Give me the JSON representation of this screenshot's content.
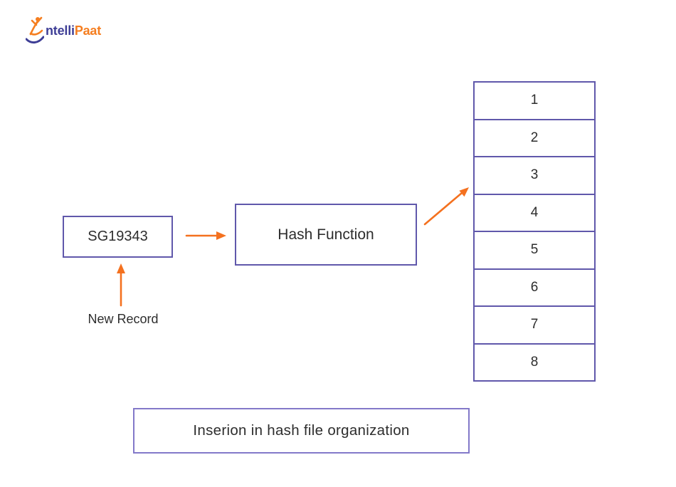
{
  "logo": {
    "icon": "leaping-person-icon",
    "text_primary": "ntelli",
    "text_secondary": "Paat"
  },
  "diagram": {
    "new_record_box_label": "SG19343",
    "hash_function_box_label": "Hash Function",
    "new_record_caption": "New Record",
    "hash_table": {
      "slots": [
        "1",
        "2",
        "3",
        "4",
        "5",
        "6",
        "7",
        "8"
      ]
    },
    "caption": "Inserion in hash file organization"
  },
  "colors": {
    "box_border": "#6058ab",
    "caption_border": "#8379c9",
    "arrow": "#f4711f",
    "logo_blue": "#3e3e96",
    "logo_orange": "#f57e20",
    "text": "#2d2d2d"
  }
}
